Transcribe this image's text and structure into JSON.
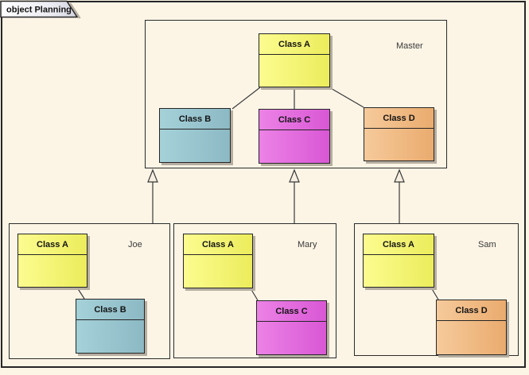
{
  "tab": {
    "label": "object Planning"
  },
  "frames": {
    "master": {
      "label": "Master",
      "classes": [
        {
          "label": "Class A",
          "color": "#F5F576"
        },
        {
          "label": "Class B",
          "color": "#98C4CE"
        },
        {
          "label": "Class C",
          "color": "#E26DDE"
        },
        {
          "label": "Class D",
          "color": "#F0BB85"
        }
      ]
    },
    "joe": {
      "label": "Joe",
      "classes": [
        {
          "label": "Class A",
          "color": "#F5F576"
        },
        {
          "label": "Class B",
          "color": "#98C4CE"
        }
      ]
    },
    "mary": {
      "label": "Mary",
      "classes": [
        {
          "label": "Class A",
          "color": "#F5F576"
        },
        {
          "label": "Class C",
          "color": "#E26DDE"
        }
      ]
    },
    "sam": {
      "label": "Sam",
      "classes": [
        {
          "label": "Class A",
          "color": "#F5F576"
        },
        {
          "label": "Class D",
          "color": "#F0BB85"
        }
      ]
    }
  },
  "colors": {
    "background": "#FCF5E6",
    "class_yellow": "#F5F576",
    "class_blue": "#98C4CE",
    "class_magenta": "#E26DDE",
    "class_orange": "#F0BB85",
    "line": "#3A3A3A",
    "shadow": "#B5AEA1",
    "arrowhead_fill": "#F6EEE0"
  }
}
